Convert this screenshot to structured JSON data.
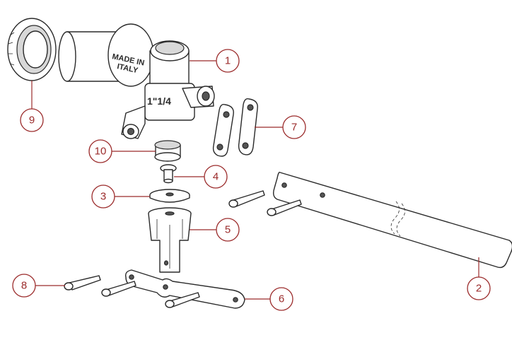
{
  "diagram": {
    "callouts": [
      {
        "id": "1",
        "label": "1"
      },
      {
        "id": "2",
        "label": "2"
      },
      {
        "id": "3",
        "label": "3"
      },
      {
        "id": "4",
        "label": "4"
      },
      {
        "id": "5",
        "label": "5"
      },
      {
        "id": "6",
        "label": "6"
      },
      {
        "id": "7",
        "label": "7"
      },
      {
        "id": "8",
        "label": "8"
      },
      {
        "id": "9",
        "label": "9"
      },
      {
        "id": "10",
        "label": "10"
      }
    ],
    "embossed_text": {
      "made_in": "MADE IN",
      "italy": "ITALY",
      "size": "1\"1/4"
    },
    "accent_color": "#9b2b2b"
  }
}
